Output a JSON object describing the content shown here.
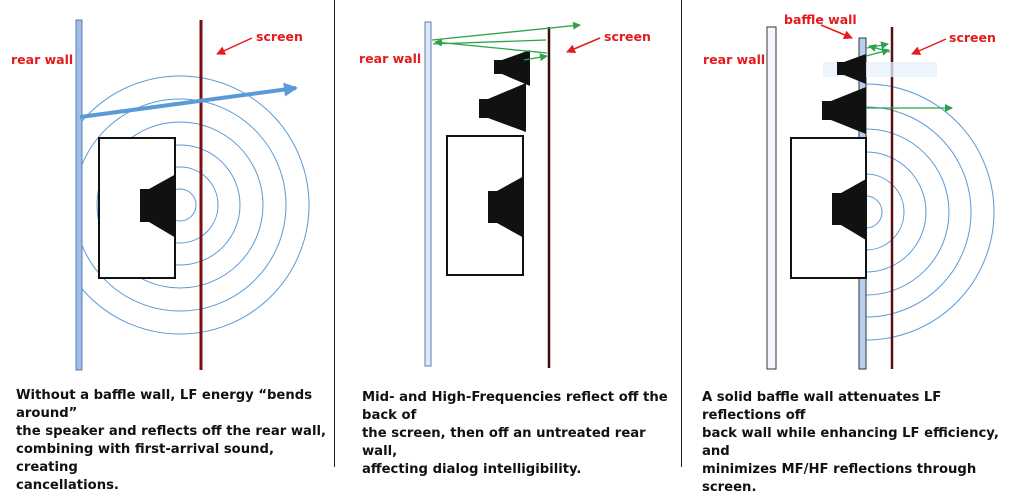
{
  "colors": {
    "label_red": "#e41a1c",
    "screen": "#7a1010",
    "wall_blue": "#9dbde6",
    "wave_blue": "#5a9ad6",
    "arrow_green": "#2ca24a",
    "speaker": "#111111"
  },
  "panels": [
    {
      "rear_wall_label": "rear wall",
      "screen_label": "screen",
      "caption": "Without a baffle wall, LF energy “bends around”\nthe speaker and reflects off the rear wall,\ncombining with first-arrival sound, creating\ncancellations."
    },
    {
      "rear_wall_label": "rear wall",
      "screen_label": "screen",
      "caption": "Mid- and High-Frequencies reflect off the back of\nthe screen, then off an untreated rear wall,\naffecting dialog intelligibility."
    },
    {
      "rear_wall_label": "rear wall",
      "screen_label": "screen",
      "baffle_wall_label": "baffle wall",
      "caption": "A solid baffle wall attenuates LF reflections off\nback wall while enhancing LF efficiency, and\nminimizes MF/HF reflections through screen."
    }
  ]
}
